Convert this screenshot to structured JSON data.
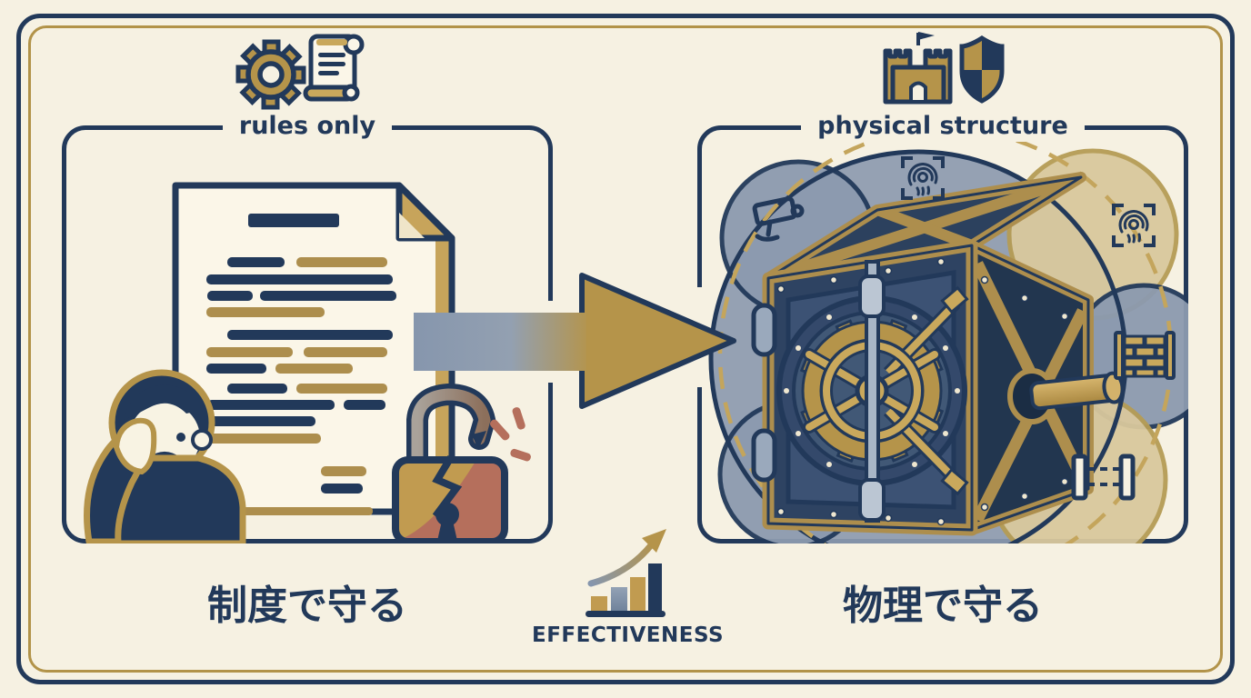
{
  "colors": {
    "background": "#F6F1E2",
    "navy": "#22395A",
    "gold": "#AD8E4D",
    "gold_light": "#C9A85C",
    "slate_blue": "#8C9AAF",
    "tan": "#D9C89D",
    "rust": "#B56F5C",
    "paper": "#FBF6E8"
  },
  "header_left": {
    "label": "rules only",
    "icons": [
      "gear-icon",
      "scroll-icon"
    ]
  },
  "header_right": {
    "label": "physical structure",
    "icons": [
      "castle-icon",
      "shield-icon"
    ]
  },
  "panel_left": {
    "caption": "制度で守る",
    "illustrations": [
      "rules-document",
      "worried-person",
      "broken-padlock",
      "alert-sparks"
    ]
  },
  "panel_right": {
    "caption": "物理で守る",
    "illustrations": [
      "vault",
      "security-camera-icon",
      "fingerprint-scan-icon",
      "fingerprint-scan-icon",
      "brick-wall-icon",
      "barrier-icon"
    ]
  },
  "transition": {
    "icon": "right-arrow"
  },
  "effectiveness": {
    "label": "EFFECTIVENESS",
    "icon": "rising-bar-chart-icon",
    "bar_heights": {
      "b1": "17",
      "b2": "27",
      "b3": "38",
      "b4": "53"
    }
  }
}
